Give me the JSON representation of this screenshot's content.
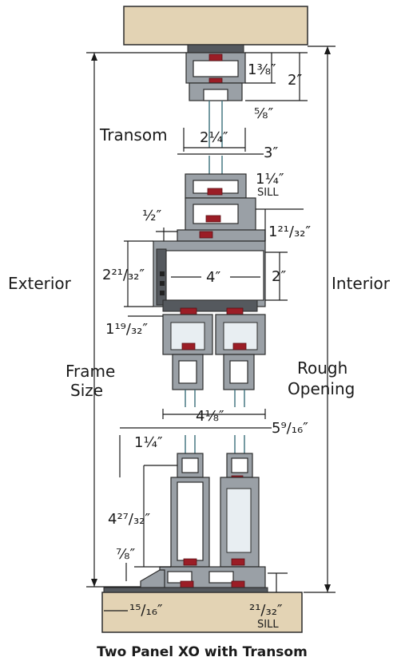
{
  "labels": {
    "exterior": "Exterior",
    "interior": "Interior",
    "transom": "Transom",
    "frame_size_1": "Frame",
    "frame_size_2": "Size",
    "rough_opening_1": "Rough",
    "rough_opening_2": "Opening",
    "sill_1": "SILL",
    "sill_2": "SILL"
  },
  "dimensions": {
    "d1": "1⅜″",
    "d2": "2″",
    "d3": "⅝″",
    "d4": "2¼″",
    "d5": "3″",
    "d6": "1¼″",
    "d7": "½″",
    "d8": "1²¹/₃₂″",
    "d9": "2²¹/₃₂″",
    "d10": "4″",
    "d11": "2″",
    "d12": "1¹⁹/₃₂″",
    "d13": "4⅛″",
    "d14": "5⁹/₁₆″",
    "d15": "1¼″",
    "d16": "4²⁷/₃₂″",
    "d17": "⅞″",
    "d18": "¹⁵/₁₆″",
    "d19": "²¹/₃₂″"
  },
  "caption": "Two Panel XO with Transom"
}
